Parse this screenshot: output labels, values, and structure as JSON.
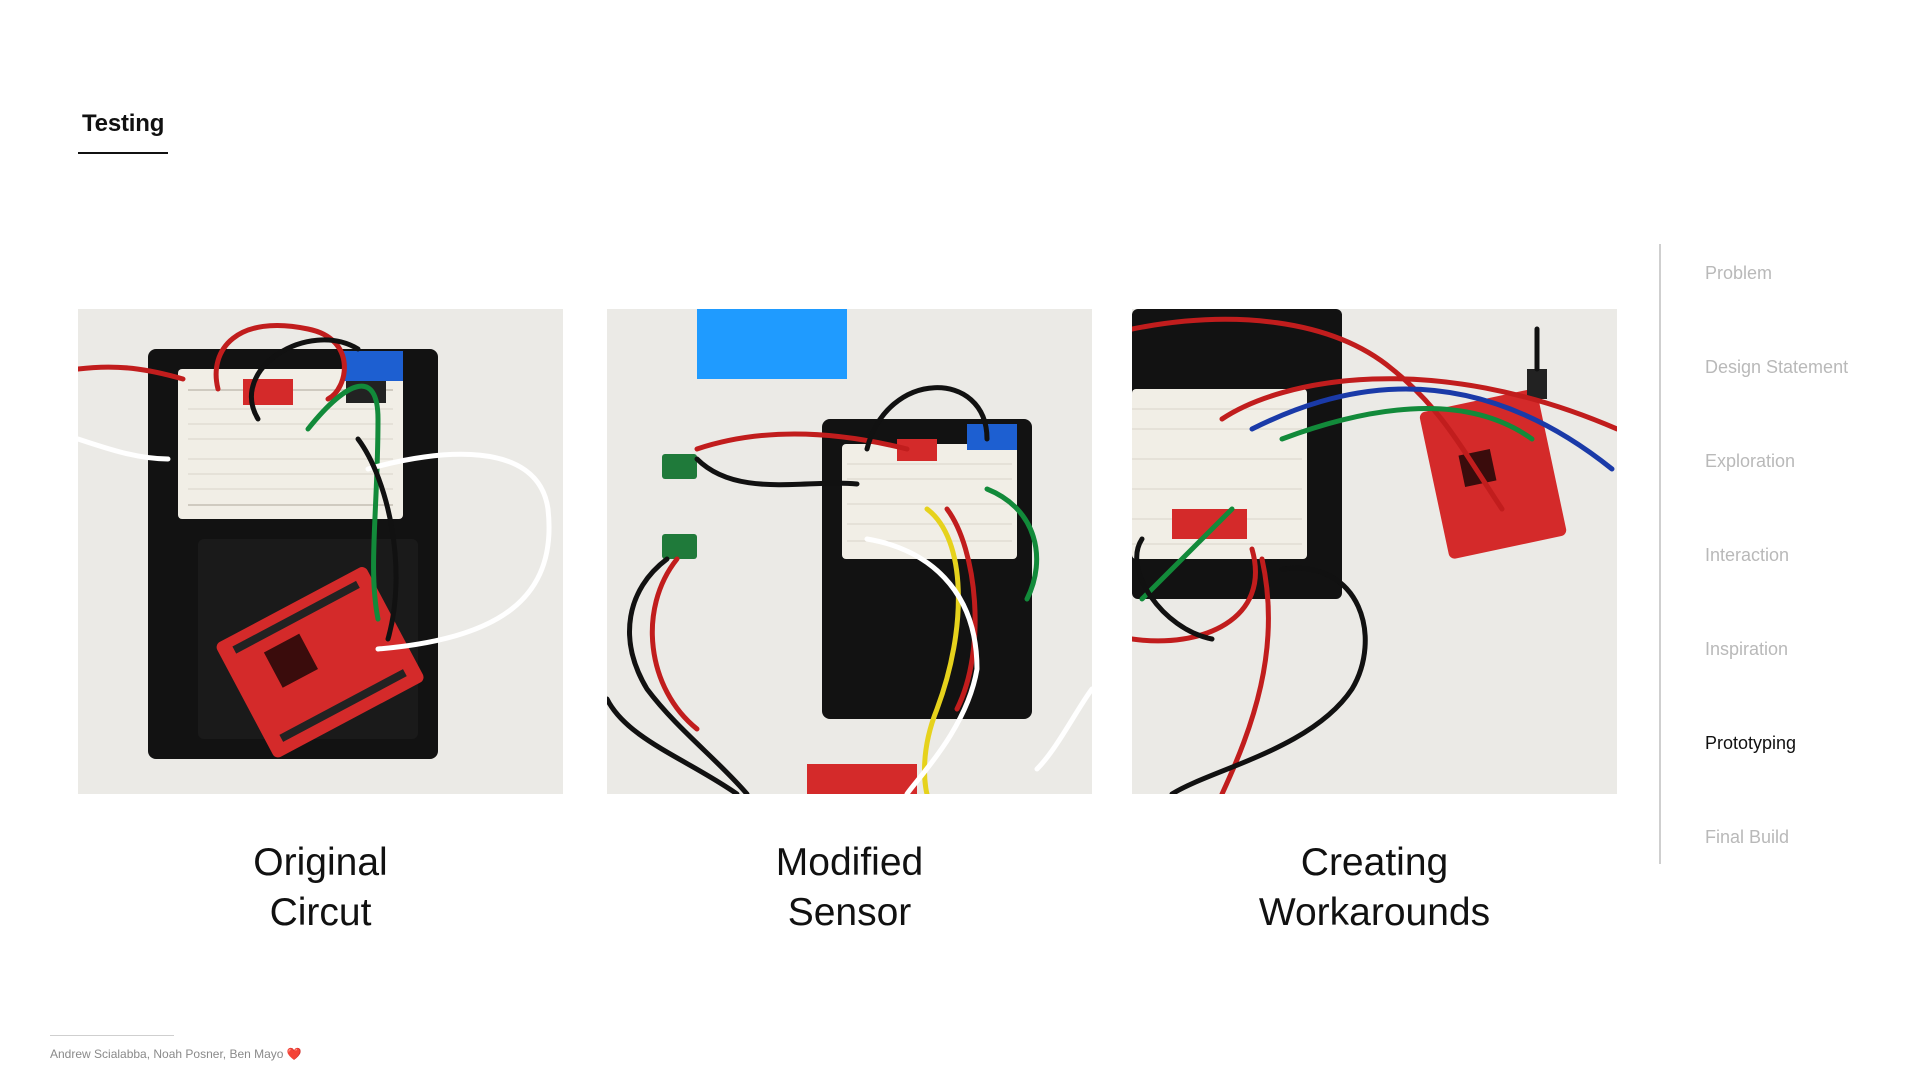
{
  "section": {
    "title": "Testing"
  },
  "cards": [
    {
      "caption_lines": [
        "Original",
        "Circut"
      ]
    },
    {
      "caption_lines": [
        "Modified",
        "Sensor"
      ]
    },
    {
      "caption_lines": [
        "Creating",
        "Workarounds"
      ]
    }
  ],
  "nav": {
    "items": [
      {
        "label": "Problem",
        "active": false
      },
      {
        "label": "Design Statement",
        "active": false
      },
      {
        "label": "Exploration",
        "active": false
      },
      {
        "label": "Interaction",
        "active": false
      },
      {
        "label": "Inspiration",
        "active": false
      },
      {
        "label": "Prototyping",
        "active": true
      },
      {
        "label": "Final Build",
        "active": false
      }
    ]
  },
  "footer": {
    "authors": "Andrew Scialabba, Noah Posner, Ben Mayo",
    "heart_icon": "heart-icon",
    "heart_glyph": "❤️"
  },
  "colors": {
    "board_red": "#d42a2a",
    "breadboard": "#f2efe8",
    "plate": "#111111",
    "terminal_blue": "#1d5fd1",
    "tape_blue": "#1f9bff",
    "nav_inactive": "#b9b9b9",
    "nav_active": "#111111"
  }
}
